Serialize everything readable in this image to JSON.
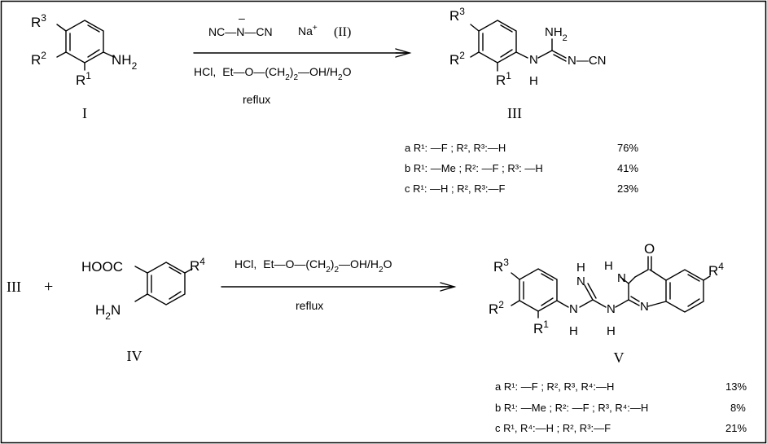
{
  "reaction1": {
    "compound_I": {
      "label": "I",
      "r3": "R",
      "r3_sup": "3",
      "r2": "R",
      "r2_sup": "2",
      "r1": "R",
      "r1_sup": "1",
      "amine": "NH",
      "amine_sub": "2"
    },
    "reagent_top": {
      "formula": "NC—N—CN",
      "anion_mark": "–",
      "cation": "Na",
      "cation_sup": "+",
      "label": "(II)"
    },
    "conditions": {
      "acid": "HCl,",
      "solvent_a": "Et—O—(CH",
      "solvent_sub": "2",
      "solvent_b": ")",
      "solvent_sub2": "2",
      "solvent_c": "—OH/H",
      "solvent_sub3": "2",
      "solvent_d": "O",
      "process": "reflux"
    },
    "compound_III": {
      "label": "III",
      "r3": "R",
      "r3_sup": "3",
      "r2": "R",
      "r2_sup": "2",
      "r1": "R",
      "r1_sup": "1",
      "nh2": "NH",
      "nh2_sub": "2",
      "n": "N",
      "h": "H",
      "cn": "N—CN"
    },
    "yields": [
      {
        "key": "a",
        "text": "a  R¹: —F ; R²,  R³:—H",
        "yield": "76%"
      },
      {
        "key": "b",
        "text": "b  R¹: —Me ; R²: —F ; R³: —H",
        "yield": "41%"
      },
      {
        "key": "c",
        "text": "c  R¹: —H ; R²,  R³:—F",
        "yield": "23%"
      }
    ]
  },
  "reaction2": {
    "reactant_III": "III",
    "plus": "+",
    "compound_IV": {
      "label": "IV",
      "acid": "HOOC",
      "amine": "H",
      "amine_sub": "2",
      "amine_n": "N",
      "r4": "R",
      "r4_sup": "4"
    },
    "conditions": {
      "acid": "HCl,",
      "solvent_a": "Et—O—(CH",
      "solvent_sub": "2",
      "solvent_b": ")",
      "solvent_sub2": "2",
      "solvent_c": "—OH/H",
      "solvent_sub3": "2",
      "solvent_d": "O",
      "process": "reflux"
    },
    "compound_V": {
      "label": "V",
      "r3": "R",
      "r3_sup": "3",
      "r2": "R",
      "r2_sup": "2",
      "r1": "R",
      "r1_sup": "1",
      "r4": "R",
      "r4_sup": "4",
      "o": "O",
      "n": "N",
      "h": "H"
    },
    "yields": [
      {
        "key": "a",
        "text": "a  R¹: —F ; R²,  R³,  R⁴:—H",
        "yield": "13%"
      },
      {
        "key": "b",
        "text": "b  R¹: —Me ; R²: —F ; R³,  R⁴:—H",
        "yield": "8%"
      },
      {
        "key": "c",
        "text": "c  R¹,  R⁴:—H ; R²,  R³:—F",
        "yield": "21%"
      }
    ]
  }
}
